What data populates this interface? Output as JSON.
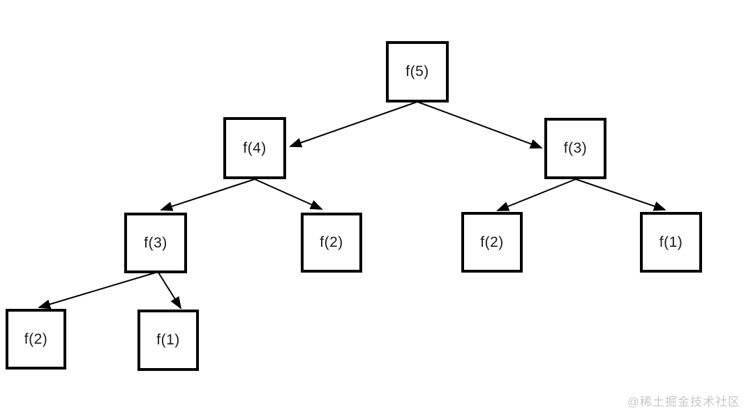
{
  "diagram": {
    "type": "recursion-tree",
    "description": "Fibonacci recursion call tree",
    "nodes": [
      {
        "id": "f5",
        "label": "f(5)",
        "level": 0
      },
      {
        "id": "f4",
        "label": "f(4)",
        "level": 1
      },
      {
        "id": "f3-r",
        "label": "f(3)",
        "level": 1
      },
      {
        "id": "f3-l",
        "label": "f(3)",
        "level": 2
      },
      {
        "id": "f2-m",
        "label": "f(2)",
        "level": 2
      },
      {
        "id": "f2-r",
        "label": "f(2)",
        "level": 2
      },
      {
        "id": "f1-r",
        "label": "f(1)",
        "level": 2
      },
      {
        "id": "f2-b",
        "label": "f(2)",
        "level": 3
      },
      {
        "id": "f1-b",
        "label": "f(1)",
        "level": 3
      }
    ],
    "edges": [
      {
        "from": "f5",
        "to": "f4"
      },
      {
        "from": "f5",
        "to": "f3-r"
      },
      {
        "from": "f4",
        "to": "f3-l"
      },
      {
        "from": "f4",
        "to": "f2-m"
      },
      {
        "from": "f3-r",
        "to": "f2-r"
      },
      {
        "from": "f3-r",
        "to": "f1-r"
      },
      {
        "from": "f3-l",
        "to": "f2-b"
      },
      {
        "from": "f3-l",
        "to": "f1-b"
      }
    ],
    "colors": {
      "background": "#ffffff",
      "node_border": "#000000",
      "node_fill": "#ffffff",
      "edge": "#000000",
      "text": "#1a1a1a",
      "watermark": "#c9c9c9"
    },
    "watermark": "@稀土掘金技术社区"
  }
}
